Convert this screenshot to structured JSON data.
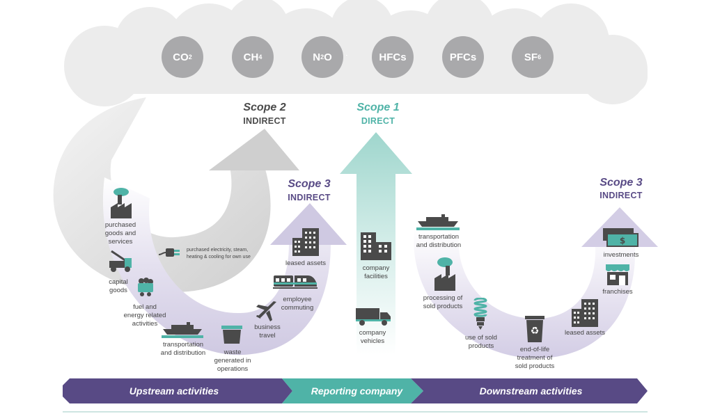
{
  "colors": {
    "purple": "#584a85",
    "teal": "#4fb3a7",
    "gray_icon": "#4a4a4a",
    "cloud": "#ececec",
    "gas_circle": "#a9a9ab"
  },
  "gases": [
    {
      "main": "CO",
      "sub": "2"
    },
    {
      "main": "CH",
      "sub": "4"
    },
    {
      "main": "N",
      "sub": "2",
      "tail": "O"
    },
    {
      "main": "HFCs",
      "sub": ""
    },
    {
      "main": "PFCs",
      "sub": ""
    },
    {
      "main": "SF",
      "sub": "6"
    }
  ],
  "scopes": {
    "scope2": {
      "title": "Scope 2",
      "subtitle": "INDIRECT"
    },
    "scope1": {
      "title": "Scope 1",
      "subtitle": "DIRECT"
    },
    "scope3_up": {
      "title": "Scope 3",
      "subtitle": "INDIRECT"
    },
    "scope3_down": {
      "title": "Scope 3",
      "subtitle": "INDIRECT"
    }
  },
  "upstream": {
    "purchased_goods": "purchased\ngoods and\nservices",
    "capital_goods": "capital\ngoods",
    "fuel_energy": "fuel and\nenergy related\nactivities",
    "transportation": "transportation\nand distribution",
    "waste": "waste\ngenerated in\noperations",
    "business_travel": "business\ntravel",
    "employee_commuting": "employee\ncommuting",
    "leased_assets": "leased assets",
    "purchased_electricity": "purchased electricity, steam,\nheating & cooling for own use"
  },
  "company": {
    "facilities": "company\nfacilities",
    "vehicles": "company\nvehicles"
  },
  "downstream": {
    "transportation": "transportation\nand distribution",
    "processing": "processing of\nsold products",
    "use": "use of sold\nproducts",
    "end_of_life": "end-of-life\ntreatment of\nsold products",
    "leased_assets": "leased assets",
    "franchises": "franchises",
    "investments": "investments"
  },
  "bands": {
    "upstream": "Upstream activities",
    "reporting": "Reporting company",
    "downstream": "Downstream activities"
  }
}
